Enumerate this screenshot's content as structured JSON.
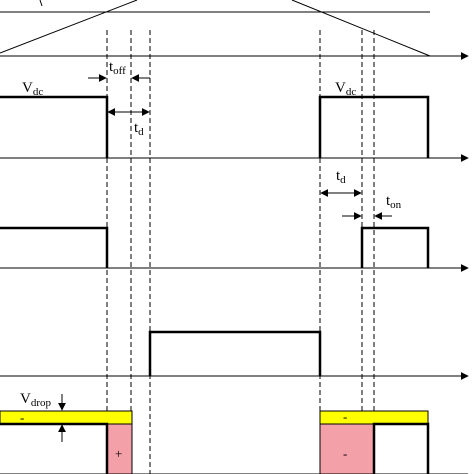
{
  "labels": {
    "vdc_left_main": "V",
    "vdc_left_sub": "dc",
    "vdc_right_main": "V",
    "vdc_right_sub": "dc",
    "toff_main": "t",
    "toff_sub": "off",
    "td_left_main": "t",
    "td_left_sub": "d",
    "td_right_main": "t",
    "td_right_sub": "d",
    "ton_main": "t",
    "ton_sub": "on",
    "vdrop_main": "V",
    "vdrop_sub": "drop",
    "sign_minus_left": "-",
    "sign_plus_left": "+",
    "sign_minus_right_top": "-",
    "sign_minus_right_bottom": "-"
  },
  "colors": {
    "drop_band": "#ffff00",
    "conduction_fill": "#f4a0a8",
    "line": "#000000"
  }
}
